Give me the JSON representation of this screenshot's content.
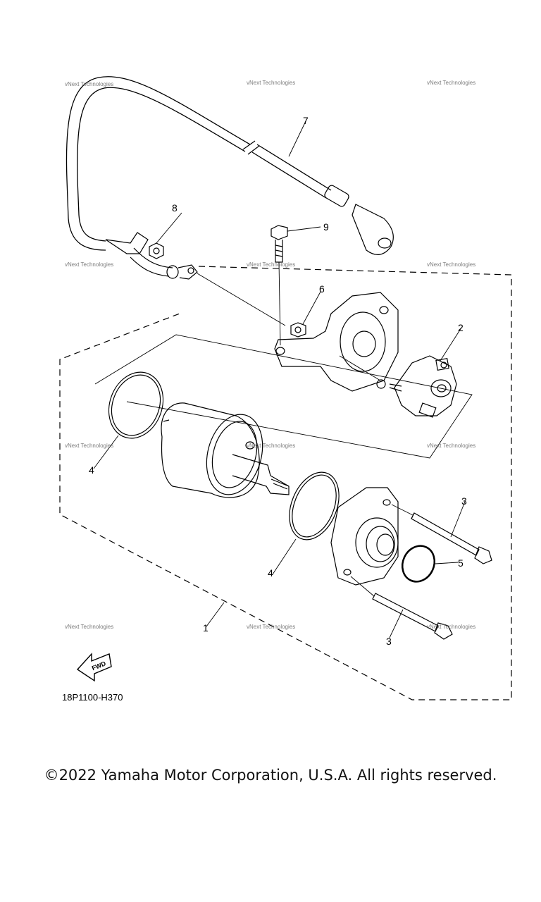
{
  "callouts": {
    "c1": "1",
    "c2": "2",
    "c3a": "3",
    "c3b": "3",
    "c4a": "4",
    "c4b": "4",
    "c5": "5",
    "c6": "6",
    "c7": "7",
    "c8": "8",
    "c9": "9"
  },
  "watermark": "vNext Technologies",
  "fwd_label": "FWD",
  "diagram_code": "18P1100-H370",
  "copyright": "©2022 Yamaha Motor Corporation, U.S.A. All rights reserved."
}
